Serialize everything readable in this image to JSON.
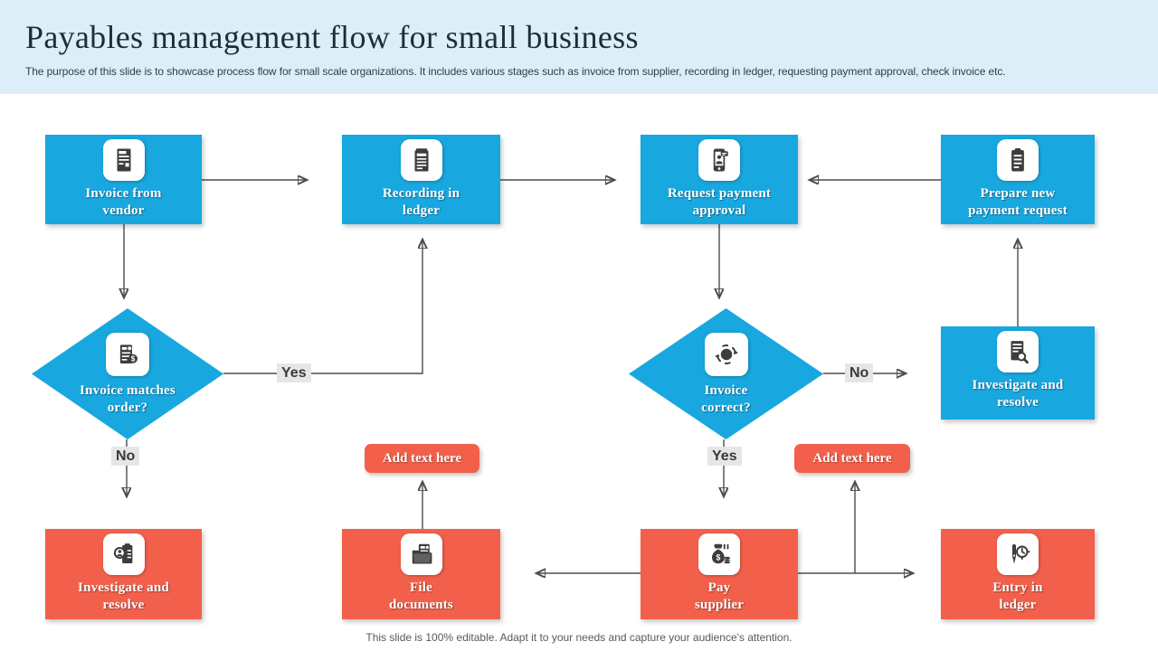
{
  "header": {
    "title": "Payables management flow for small business",
    "subtitle": "The purpose of this slide is to showcase process flow for small scale organizations. It includes various stages such as invoice from supplier, recording in ledger, requesting payment approval, check invoice etc."
  },
  "colors": {
    "process_blue": "#18a7df",
    "process_red": "#f2604b",
    "header_background": "#dceff8",
    "connector": "#4d4d4d",
    "label_background": "#e7e6e6"
  },
  "nodes": {
    "invoice_from_vendor": {
      "label": "Invoice from\nvendor",
      "icon": "invoice-document-icon",
      "color": "blue"
    },
    "recording_in_ledger": {
      "label": "Recording in\nledger",
      "icon": "ledger-pad-icon",
      "color": "blue"
    },
    "request_payment_approval": {
      "label": "Request payment\napproval",
      "icon": "payment-approval-icon",
      "color": "blue"
    },
    "prepare_new_payment_request": {
      "label": "Prepare new\npayment request",
      "icon": "clipboard-icon",
      "color": "blue"
    },
    "investigate_resolve_blue": {
      "label": "Investigate and\nresolve",
      "icon": "document-search-icon",
      "color": "blue"
    },
    "investigate_resolve_red": {
      "label": "Investigate and\nresolve",
      "icon": "person-search-icon",
      "color": "red"
    },
    "file_documents": {
      "label": "File\ndocuments",
      "icon": "folder-document-icon",
      "color": "red"
    },
    "pay_supplier": {
      "label": "Pay\nsupplier",
      "icon": "money-bag-icon",
      "color": "red"
    },
    "entry_in_ledger": {
      "label": "Entry in\nledger",
      "icon": "pen-ledger-icon",
      "color": "red"
    }
  },
  "decisions": {
    "invoice_matches_order": {
      "label": "Invoice matches\norder?",
      "icon": "invoice-dollar-icon"
    },
    "invoice_correct": {
      "label": "Invoice\ncorrect?",
      "icon": "sync-check-icon"
    }
  },
  "branch_labels": {
    "left_yes": "Yes",
    "left_no": "No",
    "right_no": "No",
    "right_yes": "Yes"
  },
  "buttons": {
    "add_text_left": "Add text here",
    "add_text_right": "Add text here"
  },
  "footer": {
    "note": "This slide is 100% editable. Adapt it to your needs and capture your audience's attention."
  }
}
